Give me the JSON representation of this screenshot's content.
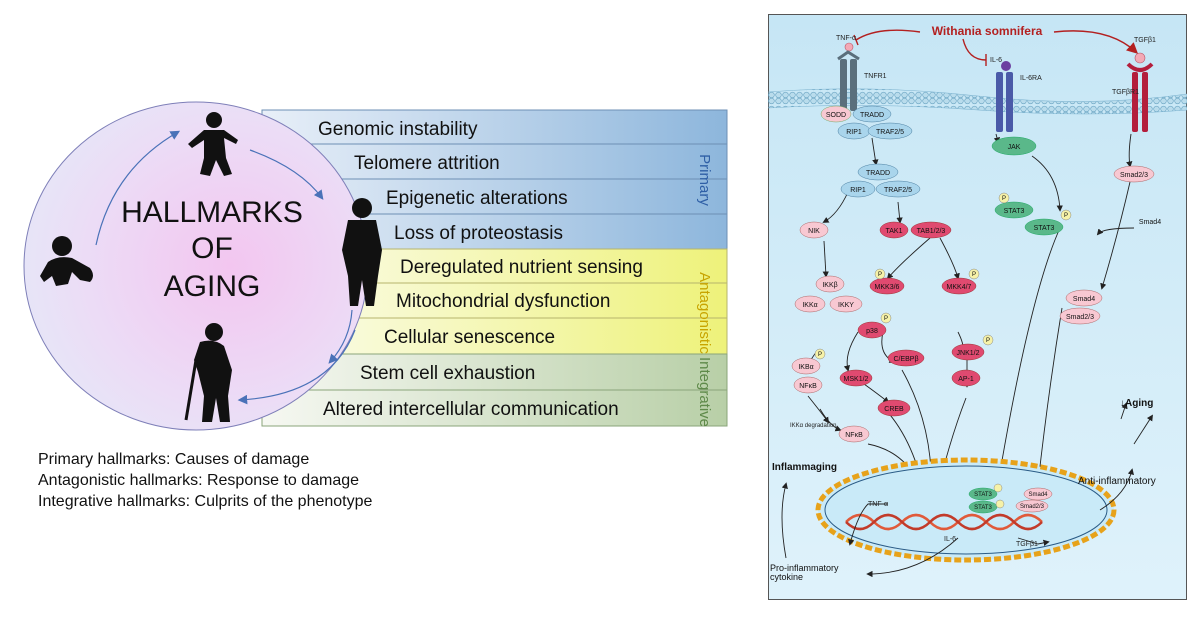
{
  "hallmarks": {
    "title_lines": [
      "HALLMARKS",
      "OF",
      "AGING"
    ],
    "items": [
      {
        "label": "Genomic instability",
        "group": "primary"
      },
      {
        "label": "Telomere attrition",
        "group": "primary"
      },
      {
        "label": "Epigenetic alterations",
        "group": "primary"
      },
      {
        "label": "Loss of proteostasis",
        "group": "primary"
      },
      {
        "label": "Deregulated nutrient sensing",
        "group": "antagonistic"
      },
      {
        "label": "Mitochondrial dysfunction",
        "group": "antagonistic"
      },
      {
        "label": "Cellular senescence",
        "group": "antagonistic"
      },
      {
        "label": "Stem cell exhaustion",
        "group": "integrative"
      },
      {
        "label": "Altered intercellular communication",
        "group": "integrative"
      }
    ],
    "groups": {
      "primary": {
        "label": "Primary",
        "color": "#2f5fa6",
        "fill_a": "#cfe0f0",
        "fill_b": "#8db6dc"
      },
      "antagonistic": {
        "label": "Antagonistic",
        "color": "#c8a400",
        "fill_a": "#f6f8dc",
        "fill_b": "#eef27a"
      },
      "integrative": {
        "label": "Integrative",
        "color": "#5f8a4a",
        "fill_a": "#eef3e8",
        "fill_b": "#b8cfa7"
      }
    },
    "legend": [
      "Primary hallmarks: Causes of damage",
      "Antagonistic hallmarks: Response to damage",
      "Integrative hallmarks: Culprits of the phenotype"
    ]
  },
  "pathway": {
    "herb": "Withania somnifera",
    "ligands": {
      "tnf": "TNF-α",
      "il6": "IL-6",
      "tgf": "TGFβ1"
    },
    "receptors": {
      "tnfr1": "TNFR1",
      "il6ra": "IL-6RA",
      "tgfbr1": "TGFβR1"
    },
    "nodes": {
      "sodd": "SODD",
      "tradd": "TRADD",
      "rip1": "RIP1",
      "traf": "TRAF2/5",
      "tradd2": "TRADD",
      "rip1b": "RIP1",
      "traf2": "TRAF2/5",
      "nik": "NIK",
      "tak1": "TAK1",
      "tab": "TAB1/2/3",
      "ikkb": "IKKβ",
      "ikka": "IKKα",
      "ikky": "IKKY",
      "mkk36": "MKK3/6",
      "mkk47": "MKK4/7",
      "p38": "p38",
      "jnk": "JNK1/2",
      "cebpb": "C/EBPβ",
      "ikba": "IKBα",
      "nfkb": "NFκB",
      "msk": "MSK1/2",
      "ap1": "AP-1",
      "creb": "CREB",
      "nfkb2": "NFκB",
      "degradation": "IKKα degradation",
      "jak": "JAK",
      "stat3a": "STAT3",
      "stat3b": "STAT3",
      "smad23": "Smad2/3",
      "smad4": "Smad4",
      "smad4b": "Smad4",
      "smad23b": "Smad2/3",
      "p": "P"
    },
    "nucleus": {
      "stat3a": "STAT3",
      "stat3b": "STAT3",
      "smad4": "Smad4",
      "smad23": "Smad2/3",
      "tnf": "TNF-α",
      "il6": "IL-6",
      "tgf": "TGFβ1"
    },
    "outcomes": {
      "inflammaging": "Inflammaging",
      "anti_inflammatory": "Anti-inflammatory",
      "aging": "↓Aging",
      "pro_inflammatory_1": "Pro-inflammatory",
      "pro_inflammatory_2": "cytokine"
    }
  }
}
